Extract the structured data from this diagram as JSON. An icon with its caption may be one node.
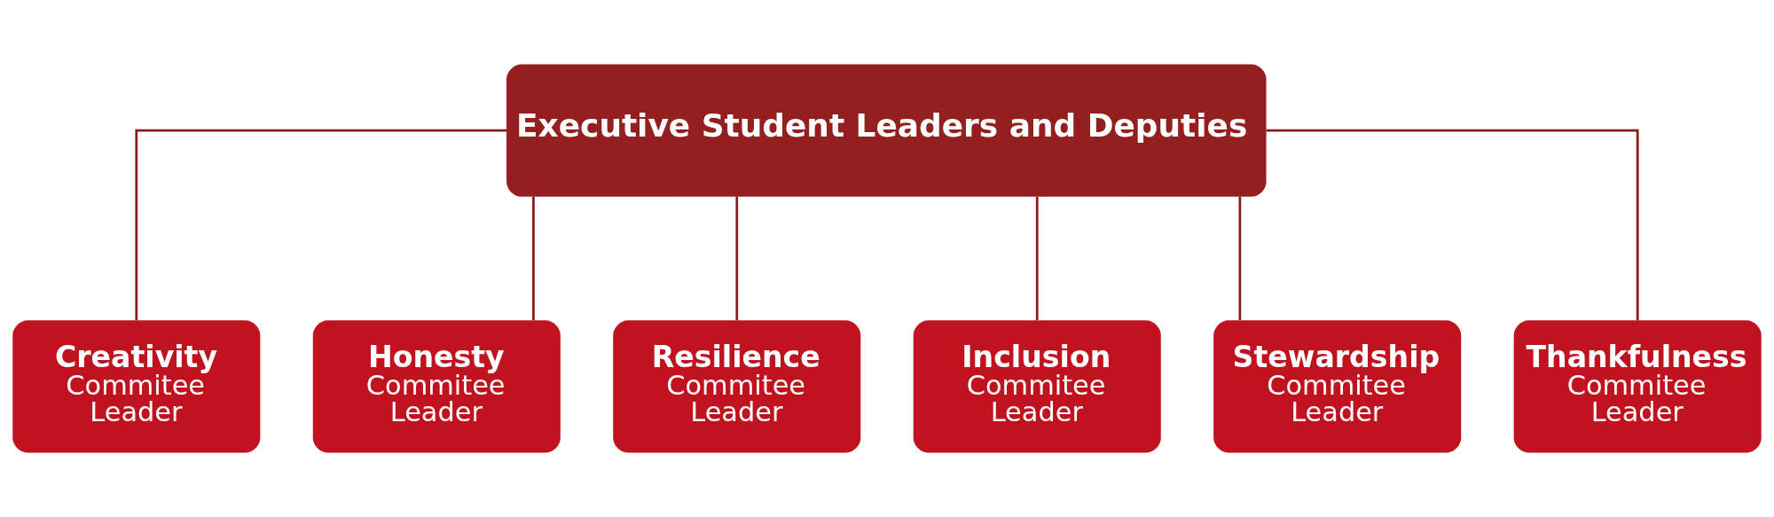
{
  "diagram": {
    "nodes": [
      {
        "text": [
          "Executive Student Leaders and Deputies"
        ]
      },
      {
        "text": [
          "Creativity",
          "Commitee Leader"
        ]
      },
      {
        "text": [
          "Honesty",
          "Commitee Leader"
        ]
      },
      {
        "text": [
          "Resilience",
          "Commitee Leader"
        ]
      },
      {
        "text": [
          "Inclusion",
          "Commitee Leader"
        ]
      },
      {
        "text": [
          "Stewardship",
          "Commitee Leader"
        ]
      },
      {
        "text": [
          "Thankfulness",
          "Commitee Leader"
        ]
      }
    ],
    "edges": [
      {
        "from": 0,
        "to": 1,
        "arrow": "none"
      },
      {
        "from": 0,
        "to": 2,
        "arrow": "none"
      },
      {
        "from": 0,
        "to": 3,
        "arrow": "none"
      },
      {
        "from": 0,
        "to": 4,
        "arrow": "none"
      },
      {
        "from": 0,
        "to": 5,
        "arrow": "none"
      },
      {
        "from": 0,
        "to": 6,
        "arrow": "none"
      }
    ]
  }
}
